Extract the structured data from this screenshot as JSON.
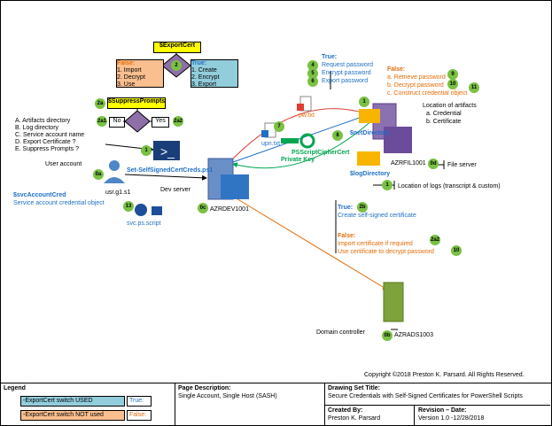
{
  "export_cert": {
    "title": "$ExportCert",
    "false_label": "False:",
    "false_items": [
      "1. Import",
      "2. Decrypt",
      "3. Use"
    ],
    "true_label": "True:",
    "true_items": [
      "1. Create",
      "2. Encrypt",
      "3. Export"
    ],
    "step": "2"
  },
  "suppress": {
    "title": "$SuppressPrompts",
    "no": "No",
    "yes": "Yes",
    "step": "2a",
    "step_no": "2a1",
    "step_yes": "2a2"
  },
  "params": {
    "items": [
      "A. Artifacts directory",
      "B. Log directory",
      "C. Service account name",
      "D. Export Certificate ?",
      "E. Suppress Prompts ?"
    ],
    "step": "1"
  },
  "user": {
    "label": "User account",
    "name": "usr.g1.s1",
    "step": "0a",
    "script": "Set-SelfSignedCertCreds.ps1"
  },
  "svc": {
    "var": "$svcAccountCred",
    "desc": "Service account credential object",
    "script": "svc.ps.script",
    "step": "13"
  },
  "dev": {
    "label": "Dev server",
    "name": "AZRDEV1001",
    "step": "0c"
  },
  "pw": {
    "file": "pw.txt",
    "true_label": "True:",
    "true_items": [
      "Request password",
      "Encrypt password",
      "Export password"
    ],
    "steps": [
      "4",
      "5",
      "6"
    ],
    "false_label": "False:",
    "false_items": [
      "a. Retrieve password",
      "b. Decrypt password",
      "c. Construct credential object"
    ],
    "false_steps": [
      "9",
      "10",
      "11"
    ]
  },
  "upn": {
    "file": "upn.txt",
    "step": "7"
  },
  "cipher": {
    "label": "PSScriptCipherCert",
    "sub": "Private Key",
    "step": "8"
  },
  "netdir": {
    "label": "$netDirectory",
    "artifacts": "Location of artifacts",
    "items": [
      "a. Credential",
      "b. Certificate"
    ],
    "step": "1"
  },
  "logdir": {
    "label": "$logDirectory",
    "desc": "Location of logs (transcript & custom)",
    "step": "1"
  },
  "fil": {
    "name": "AZRFIL1001",
    "label": "File server",
    "step": "0d"
  },
  "cert_true": {
    "label": "True:",
    "desc": "Create self-signed certificate",
    "step": "2b"
  },
  "cert_false": {
    "label": "False:",
    "items": [
      "Import certificate if required",
      "Use certificate to decrypt password"
    ],
    "steps": [
      "2a2",
      "10"
    ]
  },
  "ads": {
    "name": "AZRADS1003",
    "label": "Domain controller",
    "step": "0b"
  },
  "copyright": "Copyright ©2018 Preston K. Parsard. All Rights Reserved.",
  "footer": {
    "legend_title": "Legend",
    "legend_used": "-ExportCert switch USED",
    "legend_used_val": "True:",
    "legend_notused": "-ExportCert switch NOT used",
    "legend_notused_val": "False:",
    "page_desc_title": "Page Description:",
    "page_desc": "Single Account, Single Host (SASH)",
    "drawing_title": "Drawing Set Title:",
    "drawing": "Secure Credentials with Self-Signed Certificates for PowerShell Scripts",
    "created_title": "Created By:",
    "created": "Preston K. Parsard",
    "revision_title": "Revision – Date:",
    "revision": "Version 1.0 -12/28/2018"
  },
  "colors": {
    "blue": "#1f6fc5",
    "orange": "#e36c09",
    "green": "#7ac143",
    "yellow": "#ffff00",
    "lightblue": "#92cddc",
    "peach": "#fabf8f"
  }
}
